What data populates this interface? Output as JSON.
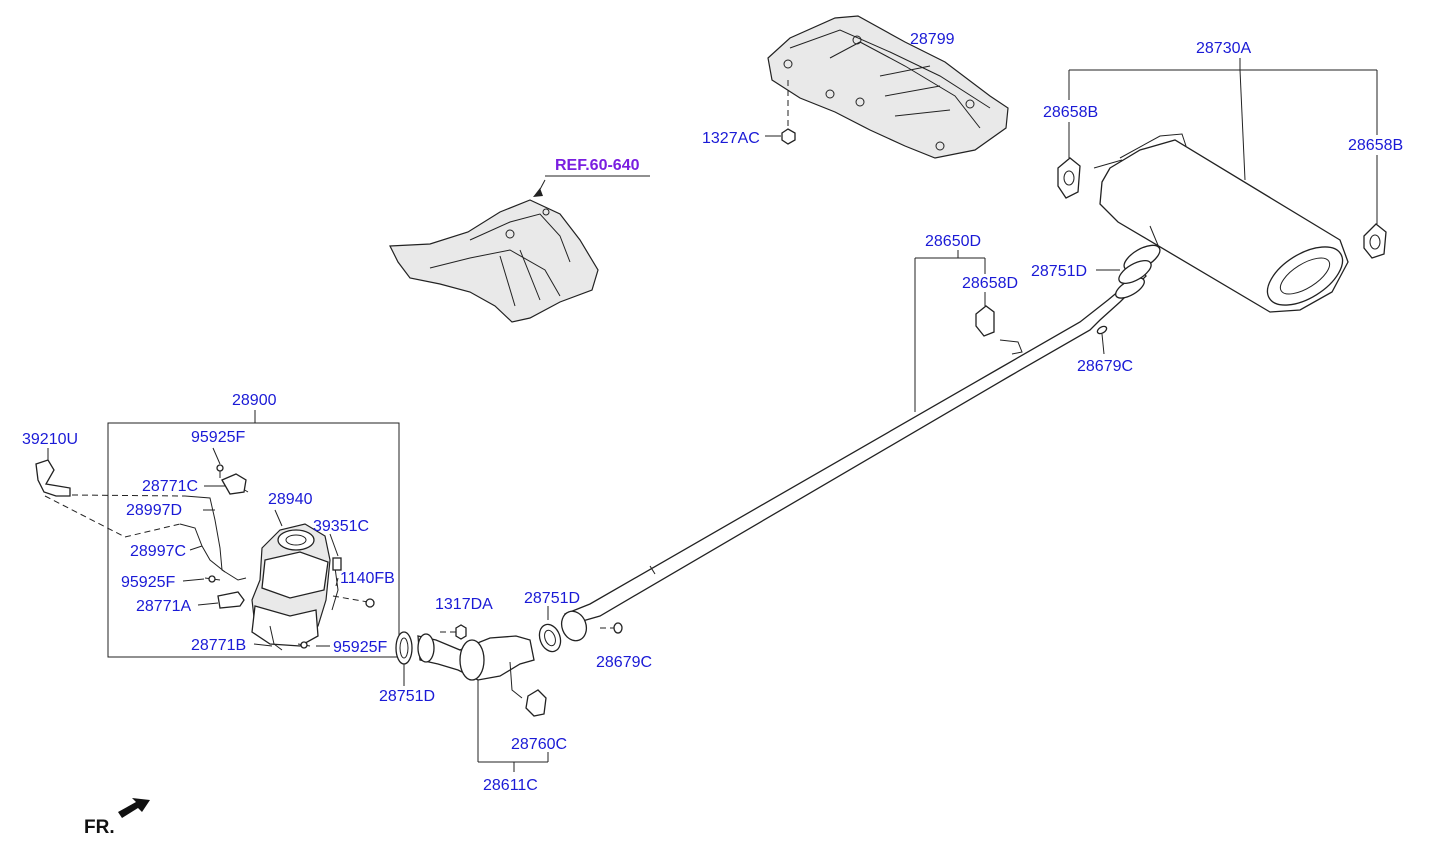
{
  "labels": {
    "p28799": "28799",
    "p1327AC": "1327AC",
    "p28730A": "28730A",
    "p28658B_left": "28658B",
    "p28658B_right": "28658B",
    "ref": "REF.60-640",
    "p28650D": "28650D",
    "p28658D": "28658D",
    "p28751D_top": "28751D",
    "p28679C_top": "28679C",
    "p28900": "28900",
    "p39210U": "39210U",
    "p95925F_top": "95925F",
    "p28771C": "28771C",
    "p28940": "28940",
    "p28997D": "28997D",
    "p39351C": "39351C",
    "p28997C": "28997C",
    "p1140FB": "1140FB",
    "p95925F_mid": "95925F",
    "p28771A": "28771A",
    "p1317DA": "1317DA",
    "p28751D_mid": "28751D",
    "p28771B": "28771B",
    "p95925F_bot": "95925F",
    "p28679C_bot": "28679C",
    "p28751D_bot": "28751D",
    "p28760C": "28760C",
    "p28611C": "28611C",
    "fr": "FR."
  },
  "colors": {
    "label": "#1a1ad6",
    "reference": "#7a1ee0",
    "line": "#222222"
  },
  "icons": {
    "front_direction": "arrow-icon"
  }
}
